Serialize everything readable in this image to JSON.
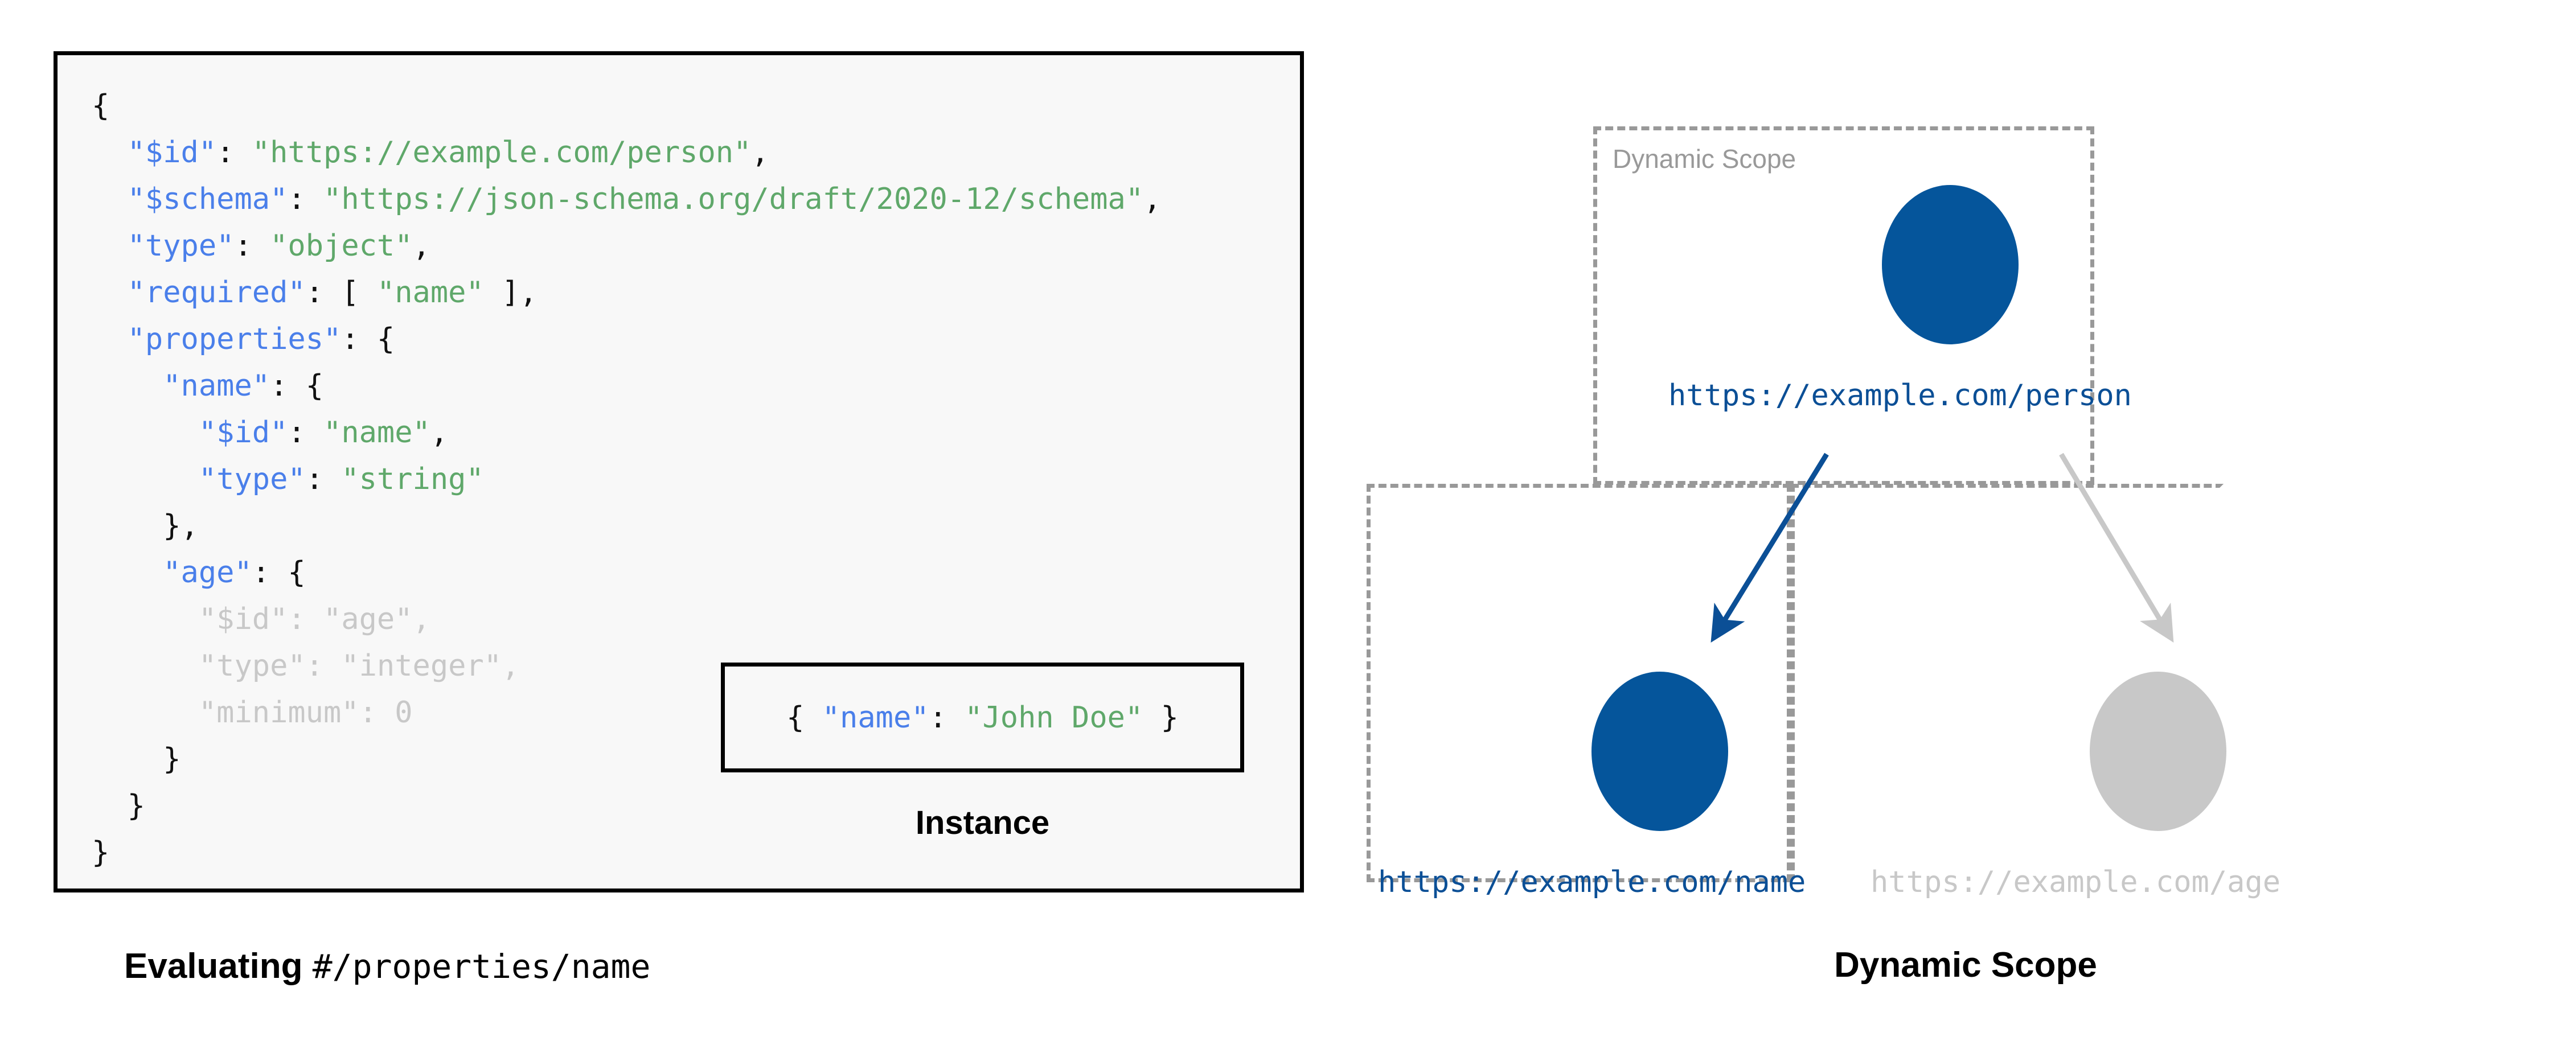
{
  "schema": {
    "lines": [
      {
        "indent": 0,
        "parts": [
          {
            "t": "{",
            "c": "pun"
          }
        ]
      },
      {
        "indent": 1,
        "parts": [
          {
            "t": "\"$id\"",
            "c": "key"
          },
          {
            "t": ": ",
            "c": "pun"
          },
          {
            "t": "\"https://example.com/person\"",
            "c": "str"
          },
          {
            "t": ",",
            "c": "pun"
          }
        ]
      },
      {
        "indent": 1,
        "parts": [
          {
            "t": "\"$schema\"",
            "c": "key"
          },
          {
            "t": ": ",
            "c": "pun"
          },
          {
            "t": "\"https://json-schema.org/draft/2020-12/schema\"",
            "c": "str"
          },
          {
            "t": ",",
            "c": "pun"
          }
        ]
      },
      {
        "indent": 1,
        "parts": [
          {
            "t": "\"type\"",
            "c": "key"
          },
          {
            "t": ": ",
            "c": "pun"
          },
          {
            "t": "\"object\"",
            "c": "str"
          },
          {
            "t": ",",
            "c": "pun"
          }
        ]
      },
      {
        "indent": 1,
        "parts": [
          {
            "t": "\"required\"",
            "c": "key"
          },
          {
            "t": ": [ ",
            "c": "pun"
          },
          {
            "t": "\"name\"",
            "c": "str"
          },
          {
            "t": " ],",
            "c": "pun"
          }
        ]
      },
      {
        "indent": 1,
        "parts": [
          {
            "t": "\"properties\"",
            "c": "key"
          },
          {
            "t": ": {",
            "c": "pun"
          }
        ]
      },
      {
        "indent": 2,
        "parts": [
          {
            "t": "\"name\"",
            "c": "key"
          },
          {
            "t": ": {",
            "c": "pun"
          }
        ]
      },
      {
        "indent": 3,
        "parts": [
          {
            "t": "\"$id\"",
            "c": "key"
          },
          {
            "t": ": ",
            "c": "pun"
          },
          {
            "t": "\"name\"",
            "c": "str"
          },
          {
            "t": ",",
            "c": "pun"
          }
        ]
      },
      {
        "indent": 3,
        "parts": [
          {
            "t": "\"type\"",
            "c": "key"
          },
          {
            "t": ": ",
            "c": "pun"
          },
          {
            "t": "\"string\"",
            "c": "str"
          }
        ]
      },
      {
        "indent": 2,
        "parts": [
          {
            "t": "},",
            "c": "pun"
          }
        ]
      },
      {
        "indent": 2,
        "parts": [
          {
            "t": "\"age\"",
            "c": "key"
          },
          {
            "t": ": {",
            "c": "pun"
          }
        ]
      },
      {
        "indent": 3,
        "parts": [
          {
            "t": "\"$id\": \"age\",",
            "c": "dim"
          }
        ]
      },
      {
        "indent": 3,
        "parts": [
          {
            "t": "\"type\": \"integer\",",
            "c": "dim"
          }
        ]
      },
      {
        "indent": 3,
        "parts": [
          {
            "t": "\"minimum\": 0",
            "c": "dim"
          }
        ]
      },
      {
        "indent": 2,
        "parts": [
          {
            "t": "}",
            "c": "pun"
          }
        ]
      },
      {
        "indent": 1,
        "parts": [
          {
            "t": "}",
            "c": "pun"
          }
        ]
      },
      {
        "indent": 0,
        "parts": [
          {
            "t": "}",
            "c": "pun"
          }
        ]
      }
    ]
  },
  "instance": {
    "parts": [
      {
        "t": "{ ",
        "c": "pun"
      },
      {
        "t": "\"name\"",
        "c": "key"
      },
      {
        "t": ": ",
        "c": "pun"
      },
      {
        "t": "\"John Doe\"",
        "c": "str"
      },
      {
        "t": " }",
        "c": "pun"
      }
    ],
    "caption": "Instance"
  },
  "left_caption": {
    "bold": "Evaluating",
    "mono": "#/properties/name"
  },
  "diagram": {
    "scope_label": "Dynamic Scope",
    "nodes": [
      {
        "id": "person",
        "label": "https://example.com/person",
        "state": "active",
        "color": "#05559b"
      },
      {
        "id": "name",
        "label": "https://example.com/name",
        "state": "active",
        "color": "#05559b"
      },
      {
        "id": "age",
        "label": "https://example.com/age",
        "state": "dimmed",
        "color": "#c8c8c8"
      }
    ],
    "edges": [
      {
        "from": "person",
        "to": "name",
        "color": "#0b4f96",
        "state": "active"
      },
      {
        "from": "person",
        "to": "age",
        "color": "#c8c8c8",
        "state": "dimmed"
      }
    ],
    "boxes": [
      {
        "id": "scope-top",
        "label": "Dynamic Scope"
      },
      {
        "id": "scope-left",
        "label": ""
      },
      {
        "id": "scope-right",
        "label": ""
      }
    ]
  },
  "right_caption": "Dynamic Scope",
  "colors": {
    "accent_blue": "#05559b",
    "label_blue": "#0b4f96",
    "dim_gray": "#c8c8c8",
    "dashed_gray": "#999999",
    "code_key": "#4a7fea",
    "code_string": "#5fa86a",
    "code_bg": "#f8f8f8"
  }
}
